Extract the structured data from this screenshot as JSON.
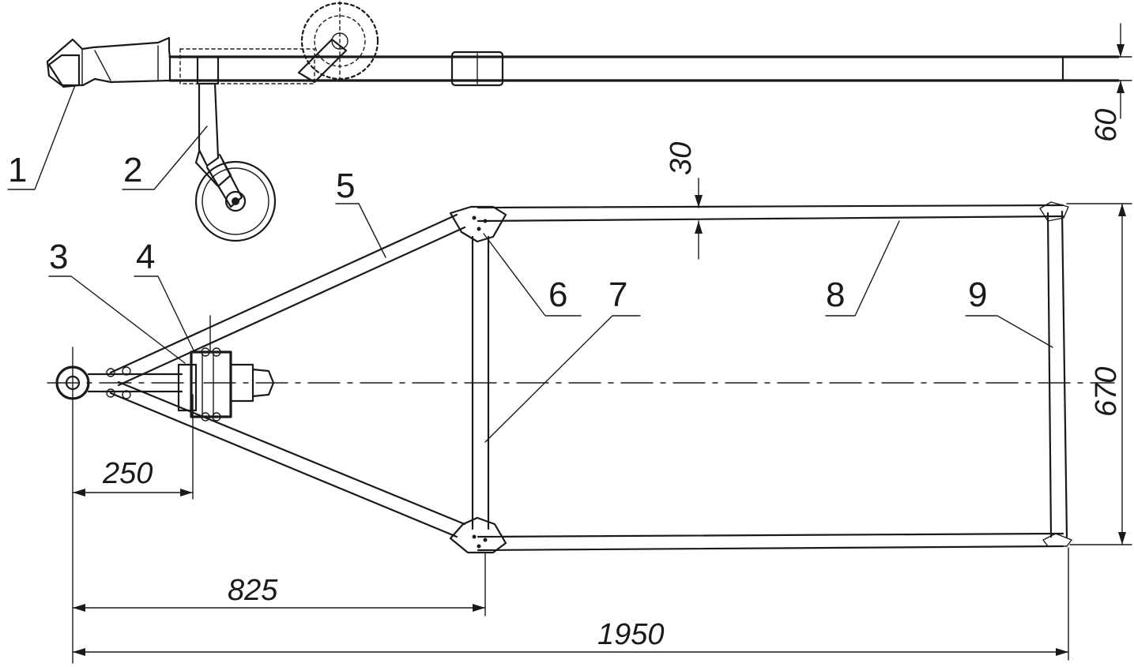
{
  "callouts": [
    "1",
    "2",
    "3",
    "4",
    "5",
    "6",
    "7",
    "8",
    "9"
  ],
  "dimensions": {
    "d60": "60",
    "d30": "30",
    "d670": "670",
    "d250": "250",
    "d825": "825",
    "d1950": "1950"
  }
}
